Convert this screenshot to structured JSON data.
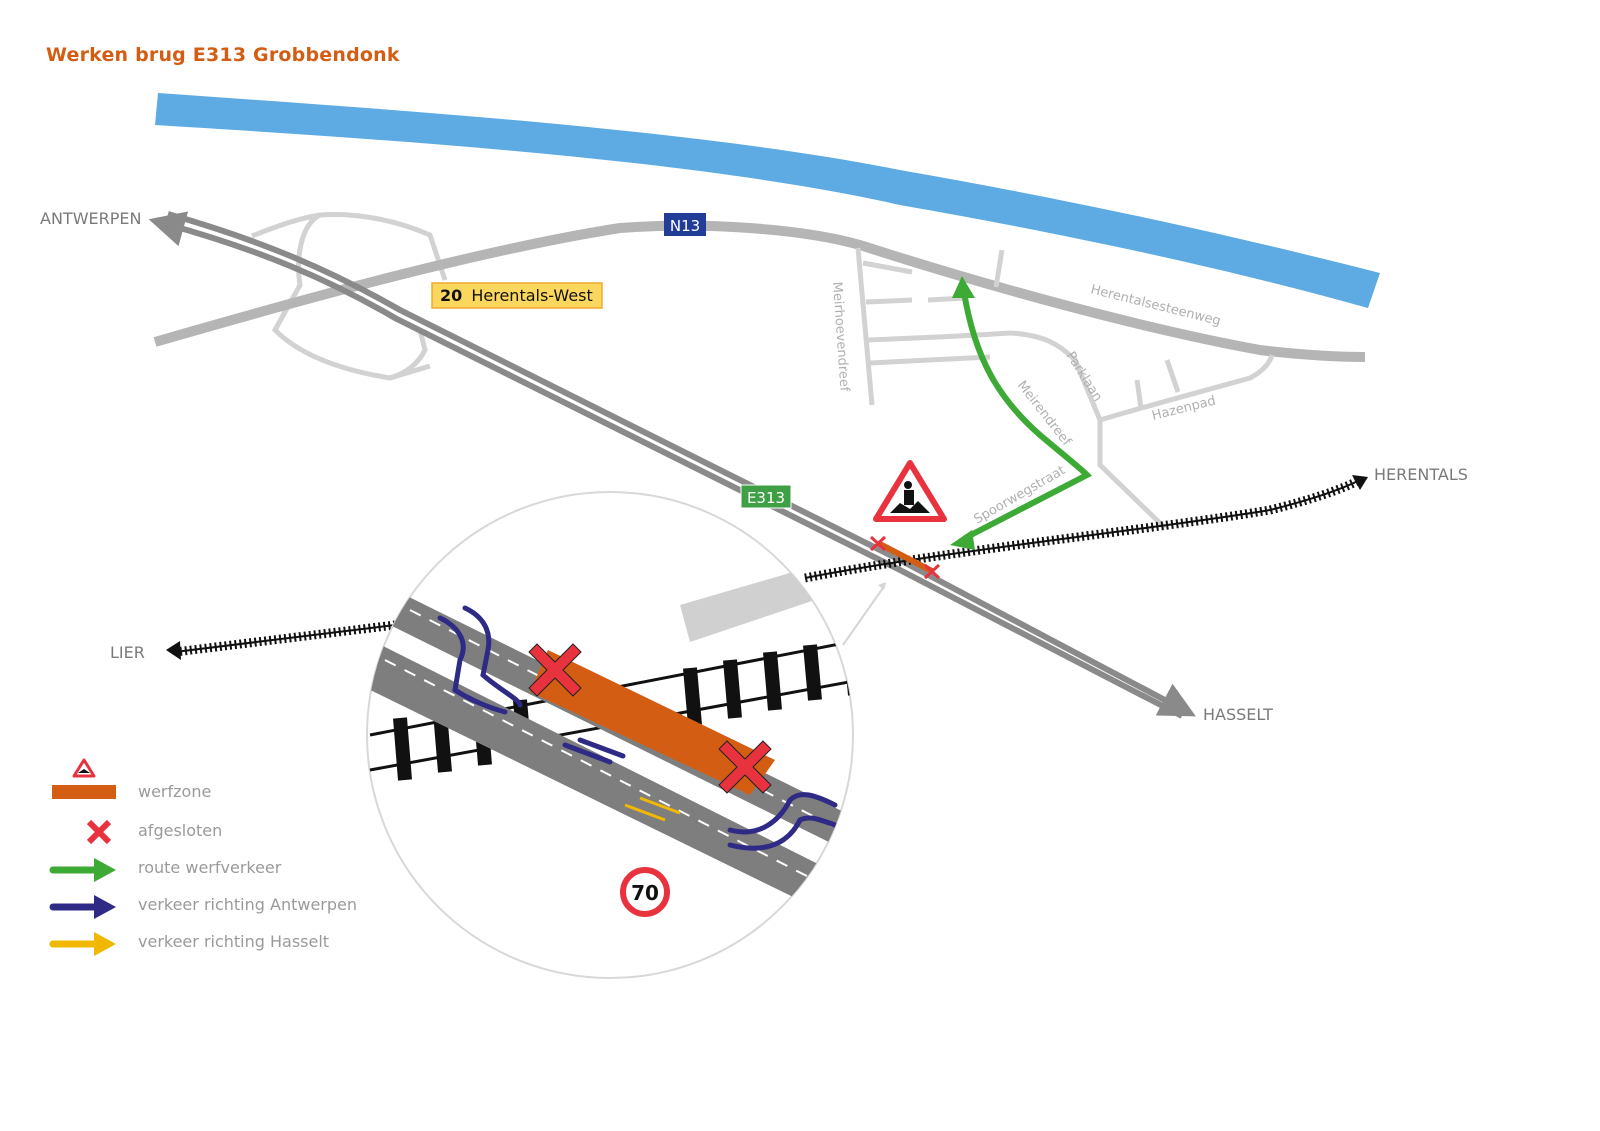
{
  "title": "Werken brug E313 Grobbendonk",
  "colors": {
    "title": "#d45d14",
    "river": "#5dabe2",
    "highway": "#8a8a8a",
    "n_road": "#b5b5b5",
    "local_road": "#d2d2d2",
    "werfzone": "#d45d14",
    "closed": "#e8333f",
    "route_werfverkeer": "#3caa35",
    "verkeer_antwerpen": "#2e2a86",
    "verkeer_hasselt": "#f0b800",
    "rail": "#111111",
    "e_shield": "#3f9f45",
    "n_shield": "#223d98",
    "exit_label_bg": "#fcd75e",
    "exit_label_border": "#f0a830"
  },
  "destinations": {
    "antwerpen": "ANTWERPEN",
    "hasselt": "HASSELT",
    "herentals": "HERENTALS",
    "lier": "LIER"
  },
  "road_shields": {
    "e313": "E313",
    "n13": "N13"
  },
  "exit": {
    "number": "20",
    "name": "Herentals-West"
  },
  "streets": {
    "meirhoevendreef": "Meirhoevendreef",
    "herentalsesteenweg": "Herentalsesteenweg",
    "parklaan": "Parklaan",
    "meirendreef": "Meirendreef",
    "hazenpad": "Hazenpad",
    "spoorwegstraat": "Spoorwegstraat"
  },
  "speed_limit": "70",
  "icons": {
    "roadworks": "roadworks-warning-triangle-icon",
    "closed": "red-x-icon",
    "arrow": "arrow-right-icon",
    "speed": "speed-limit-sign-icon"
  },
  "legend": [
    {
      "label": "werfzone",
      "icon": "werfzone"
    },
    {
      "label": "afgesloten",
      "icon": "closed"
    },
    {
      "label": "route werfverkeer",
      "icon": "arrow-green"
    },
    {
      "label": "verkeer richting Antwerpen",
      "icon": "arrow-blue"
    },
    {
      "label": "verkeer richting Hasselt",
      "icon": "arrow-yellow"
    }
  ]
}
